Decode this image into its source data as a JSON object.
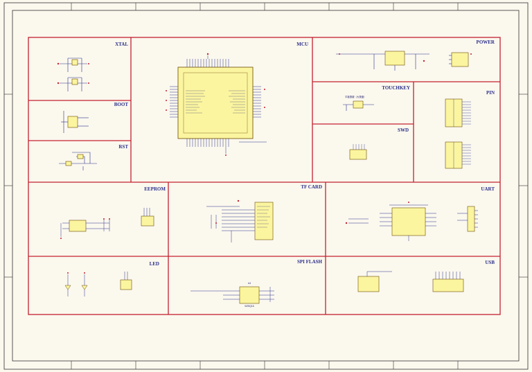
{
  "sections": {
    "xtal": "XTAL",
    "mcu": "MCU",
    "power": "POWER",
    "boot": "BOOT",
    "touchkey": "TOUCHKEY",
    "pin": "PIN",
    "rst": "RST",
    "swd": "SWD",
    "eeprom": "EEPROM",
    "tfcard": "TF CARD",
    "uart": "UART",
    "led": "LED",
    "spiflash": "SPI FLASH",
    "usb": "USB"
  },
  "labels": {
    "touch_cn": "平板按键（大按盘）",
    "flash_chip": "W25Q16",
    "flash_ref": "U4"
  },
  "colors": {
    "border": "#c4202f",
    "frame": "#303030",
    "component_fill": "#fbf5a0",
    "wire": "#2a2f8a",
    "component_outline": "#6a4a00"
  }
}
